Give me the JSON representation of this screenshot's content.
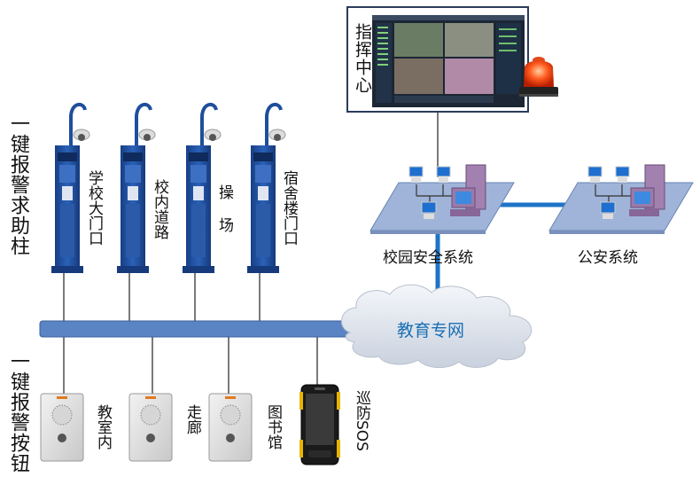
{
  "left_titles": {
    "top": "一键报警求助柱",
    "bottom": "一键报警按钮"
  },
  "pillars": [
    {
      "label": "学校大门口"
    },
    {
      "label": "校内道路"
    },
    {
      "label": "操 场"
    },
    {
      "label": "宿舍楼门口"
    }
  ],
  "buttons": [
    {
      "label": "教室内"
    },
    {
      "label": "走廊"
    },
    {
      "label": "图书馆"
    }
  ],
  "phone": {
    "label": "巡防SOS"
  },
  "network_cloud": {
    "label": "教育专网"
  },
  "campus_system": {
    "label": "校园安全系统"
  },
  "police_system": {
    "label": "公安系统"
  },
  "command_center": {
    "label": "指挥中心"
  },
  "colors": {
    "bus_blue": "#5b84c4",
    "link_blue": "#1e73c8",
    "platform": "#9fb4d8",
    "pillar_blue": "#1f4e9c",
    "cloud_text": "#1a6fb3"
  }
}
